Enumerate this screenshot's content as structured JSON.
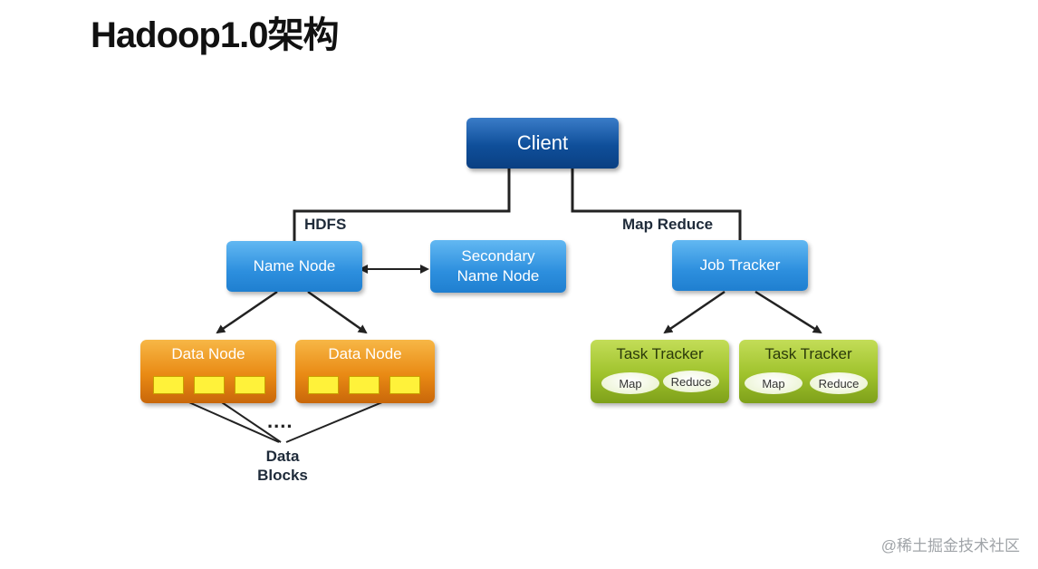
{
  "title": "Hadoop1.0架构",
  "diagram": {
    "client": "Client",
    "hdfs_label": "HDFS",
    "mapreduce_label": "Map Reduce",
    "name_node": "Name Node",
    "secondary_name_node": [
      "Secondary",
      "Name Node"
    ],
    "job_tracker": "Job Tracker",
    "data_nodes": [
      {
        "label": "Data Node"
      },
      {
        "label": "Data Node"
      }
    ],
    "ellipsis": "....",
    "data_blocks_label": [
      "Data",
      "Blocks"
    ],
    "task_trackers": [
      {
        "label": "Task Tracker",
        "map": "Map",
        "reduce": "Reduce"
      },
      {
        "label": "Task Tracker",
        "map": "Map",
        "reduce": "Reduce"
      }
    ]
  },
  "watermark": "@稀土掘金技术社区",
  "colors": {
    "client": "#0f4f9a",
    "node_blue": "#2d8fde",
    "data_node_orange": "#e98a14",
    "task_tracker_green": "#9fc22c",
    "block_yellow": "#fff23a"
  }
}
